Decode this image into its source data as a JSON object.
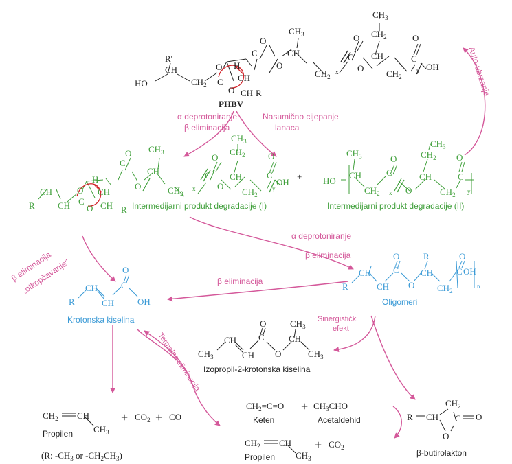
{
  "colors": {
    "black": "#222222",
    "green": "#3f9f3a",
    "blue": "#3a9ad6",
    "pink": "#d4589a",
    "red": "#d2232a"
  },
  "pathways": {
    "deprot_line1": "α deprotoniranje",
    "deprot_line2": "β eliminacija",
    "random_line1": "Nasumično cijepanje",
    "random_line2": "lanaca",
    "auto": "Auto-ubrzanje",
    "deprot2_line1": "α deprotoniranje",
    "deprot2_line2": "β eliminacija",
    "beta_elim_left_line1": "β eliminacija",
    "beta_elim_left_line2": "„otkopčavanje\"",
    "beta_elim_mid": "β eliminacija",
    "synergy_line1": "Sinergistički",
    "synergy_line2": "efekt",
    "thermal": "Termalna eliminacija"
  },
  "compounds": {
    "phbv": "PHBV",
    "intermediate1": "Intermedijarni produkt degradacije (I)",
    "intermediate2": "Intermedijarni produkt degradacije (II)",
    "oligomers": "Oligomeri",
    "crotonic": "Krotonska kiselina",
    "isopropyl": "Izopropil-2-krotonska kiselina",
    "propylene": "Propilen",
    "propylene2": "Propilen",
    "ketene": "Keten",
    "acetaldehyde": "Acetaldehid",
    "butyrolactone": "β-butirolakton",
    "r_group": "(R: -CH",
    "r_or": "or -CH",
    "r_close": ")"
  },
  "formula": {
    "ch": "CH",
    "ch2": "CH",
    "ch3": "CH",
    "c": "C",
    "o": "O",
    "oh": "OH",
    "h": "H",
    "r": "R",
    "rprime": "R'",
    "ho": "HO",
    "sub2": "2",
    "sub3": "3",
    "x": "x",
    "y": "y",
    "n": "n",
    "co2": "CO",
    "co": "CO",
    "plus": "+",
    "ch2c_o": "CH",
    "ch3cho": "CH",
    "cho": "CHO",
    "eq_c_eq_o": "=C=O",
    "eq_o": "=O"
  }
}
